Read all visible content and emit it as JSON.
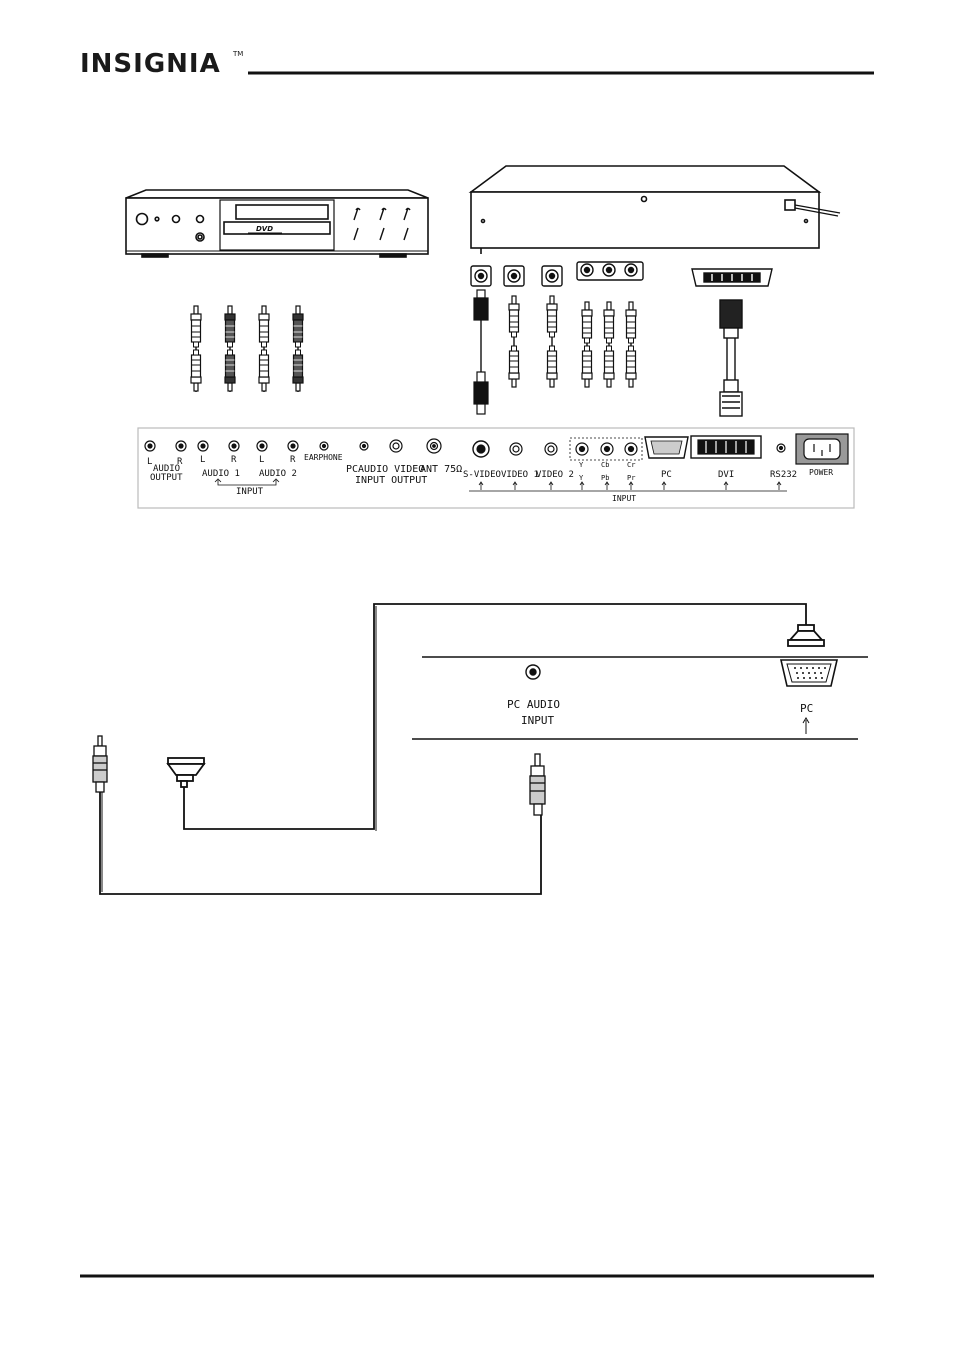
{
  "header": {
    "brand": "INSIGNIA",
    "trademark": "TM"
  },
  "dvd_player": {
    "disc_logo": "DVD"
  },
  "tv_panel": {
    "audio_output": {
      "left": "L",
      "right": "R",
      "label_line1": "AUDIO",
      "label_line2": "OUTPUT"
    },
    "audio1": {
      "left": "L",
      "right": "R",
      "label": "AUDIO 1"
    },
    "audio2": {
      "left": "L",
      "right": "R",
      "label": "AUDIO 2"
    },
    "input_group_label": "INPUT",
    "earphone": "EARPHONE",
    "pc_audio_video": "PCAUDIO VIDEO",
    "input_output": "INPUT OUTPUT",
    "ant": "ANT 75Ω",
    "s_video": "S-VIDEO",
    "video1": "VIDEO 1",
    "video2": "VIDEO 2",
    "component": {
      "y_top": "Y",
      "y_bottom": "Y",
      "cb": "Cb",
      "pb": "Pb",
      "cr": "Cr",
      "pr": "Pr"
    },
    "pc": "PC",
    "dvi": "DVI",
    "rs232": "RS232",
    "power": "POWER",
    "right_input_label": "INPUT"
  },
  "pc_detail": {
    "pc_audio_line1": "PC AUDIO",
    "pc_audio_line2": "INPUT",
    "pc": "PC"
  }
}
